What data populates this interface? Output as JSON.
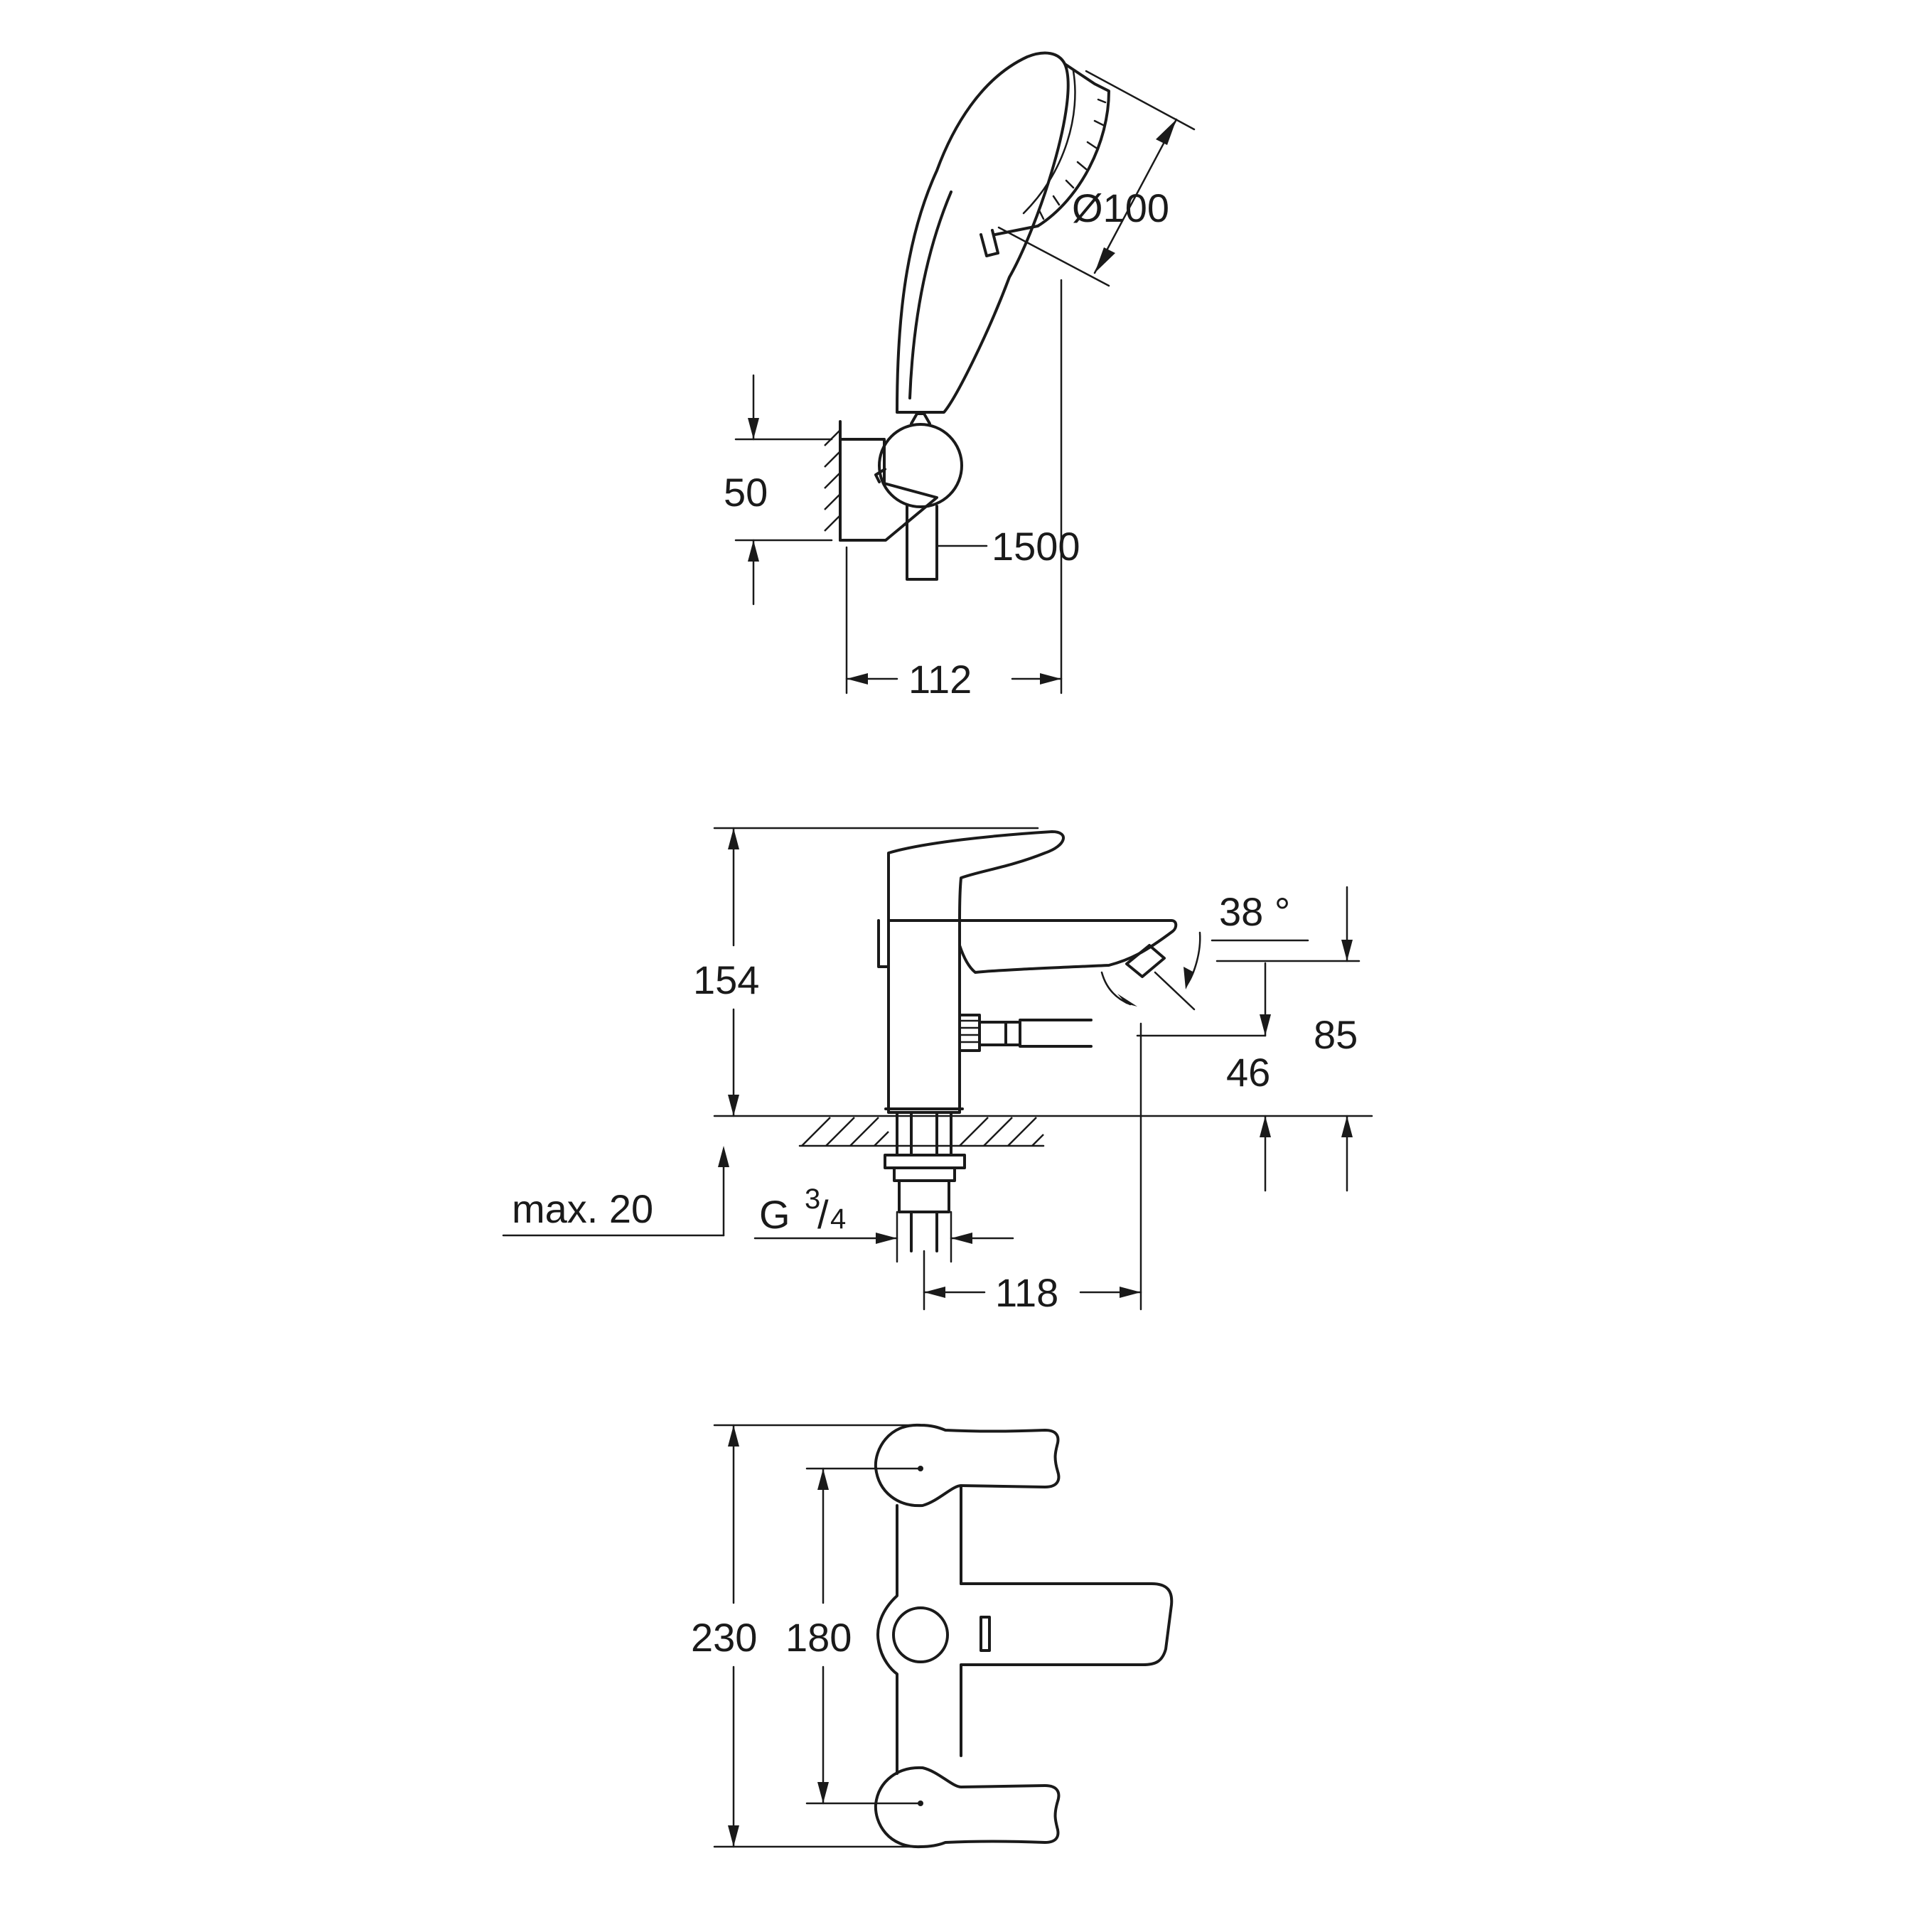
{
  "shower_set": {
    "head_diameter": "Ø100",
    "hose_length": "1500",
    "holder_height": "50",
    "holder_projection": "112"
  },
  "mixer_side": {
    "height": "154",
    "spout_angle": "38 °",
    "outlet_height_low": "46",
    "outlet_height_high": "85",
    "max_deck_thickness": "max. 20",
    "thread_letter": "G",
    "thread_num": "3",
    "thread_den": "4",
    "spout_reach": "118"
  },
  "mixer_top": {
    "total_width": "230",
    "centre_distance": "180"
  }
}
